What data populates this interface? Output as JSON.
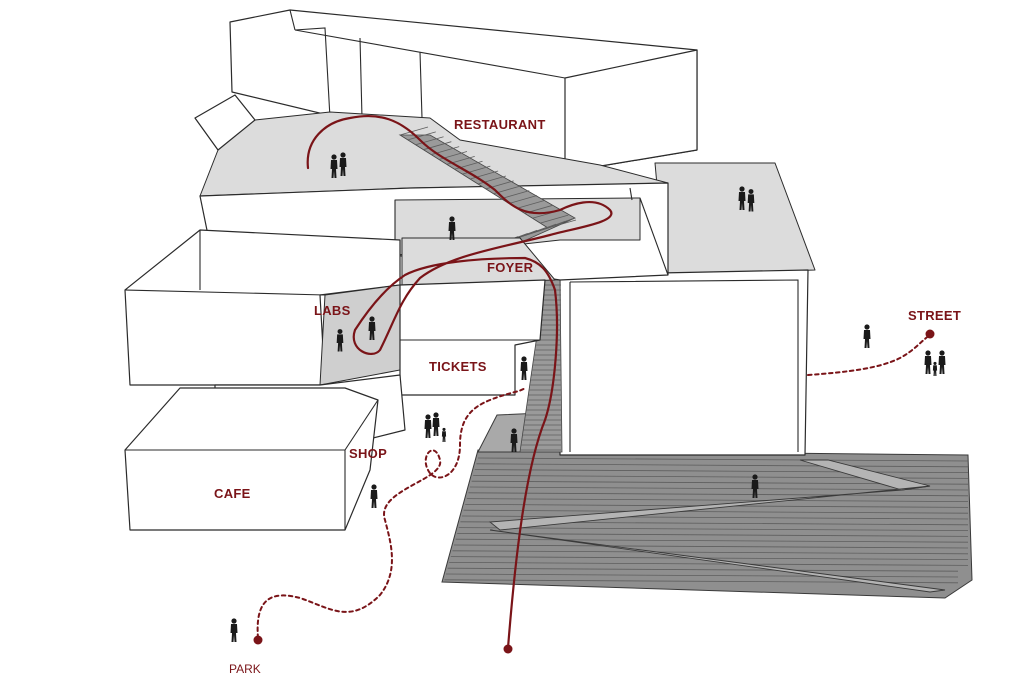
{
  "labels": {
    "restaurant": "RESTAURANT",
    "foyer": "FOYER",
    "labs": "LABS",
    "tickets": "TICKETS",
    "shop": "SHOP",
    "cafe": "CAFE",
    "street": "STREET",
    "park": "PARK"
  },
  "colors": {
    "accent": "#7a1418",
    "building_fill": "#ffffff",
    "floor_fill": "#dcdcdc",
    "plaza_fill": "#8f8f8f",
    "line": "#2b2b2b"
  }
}
